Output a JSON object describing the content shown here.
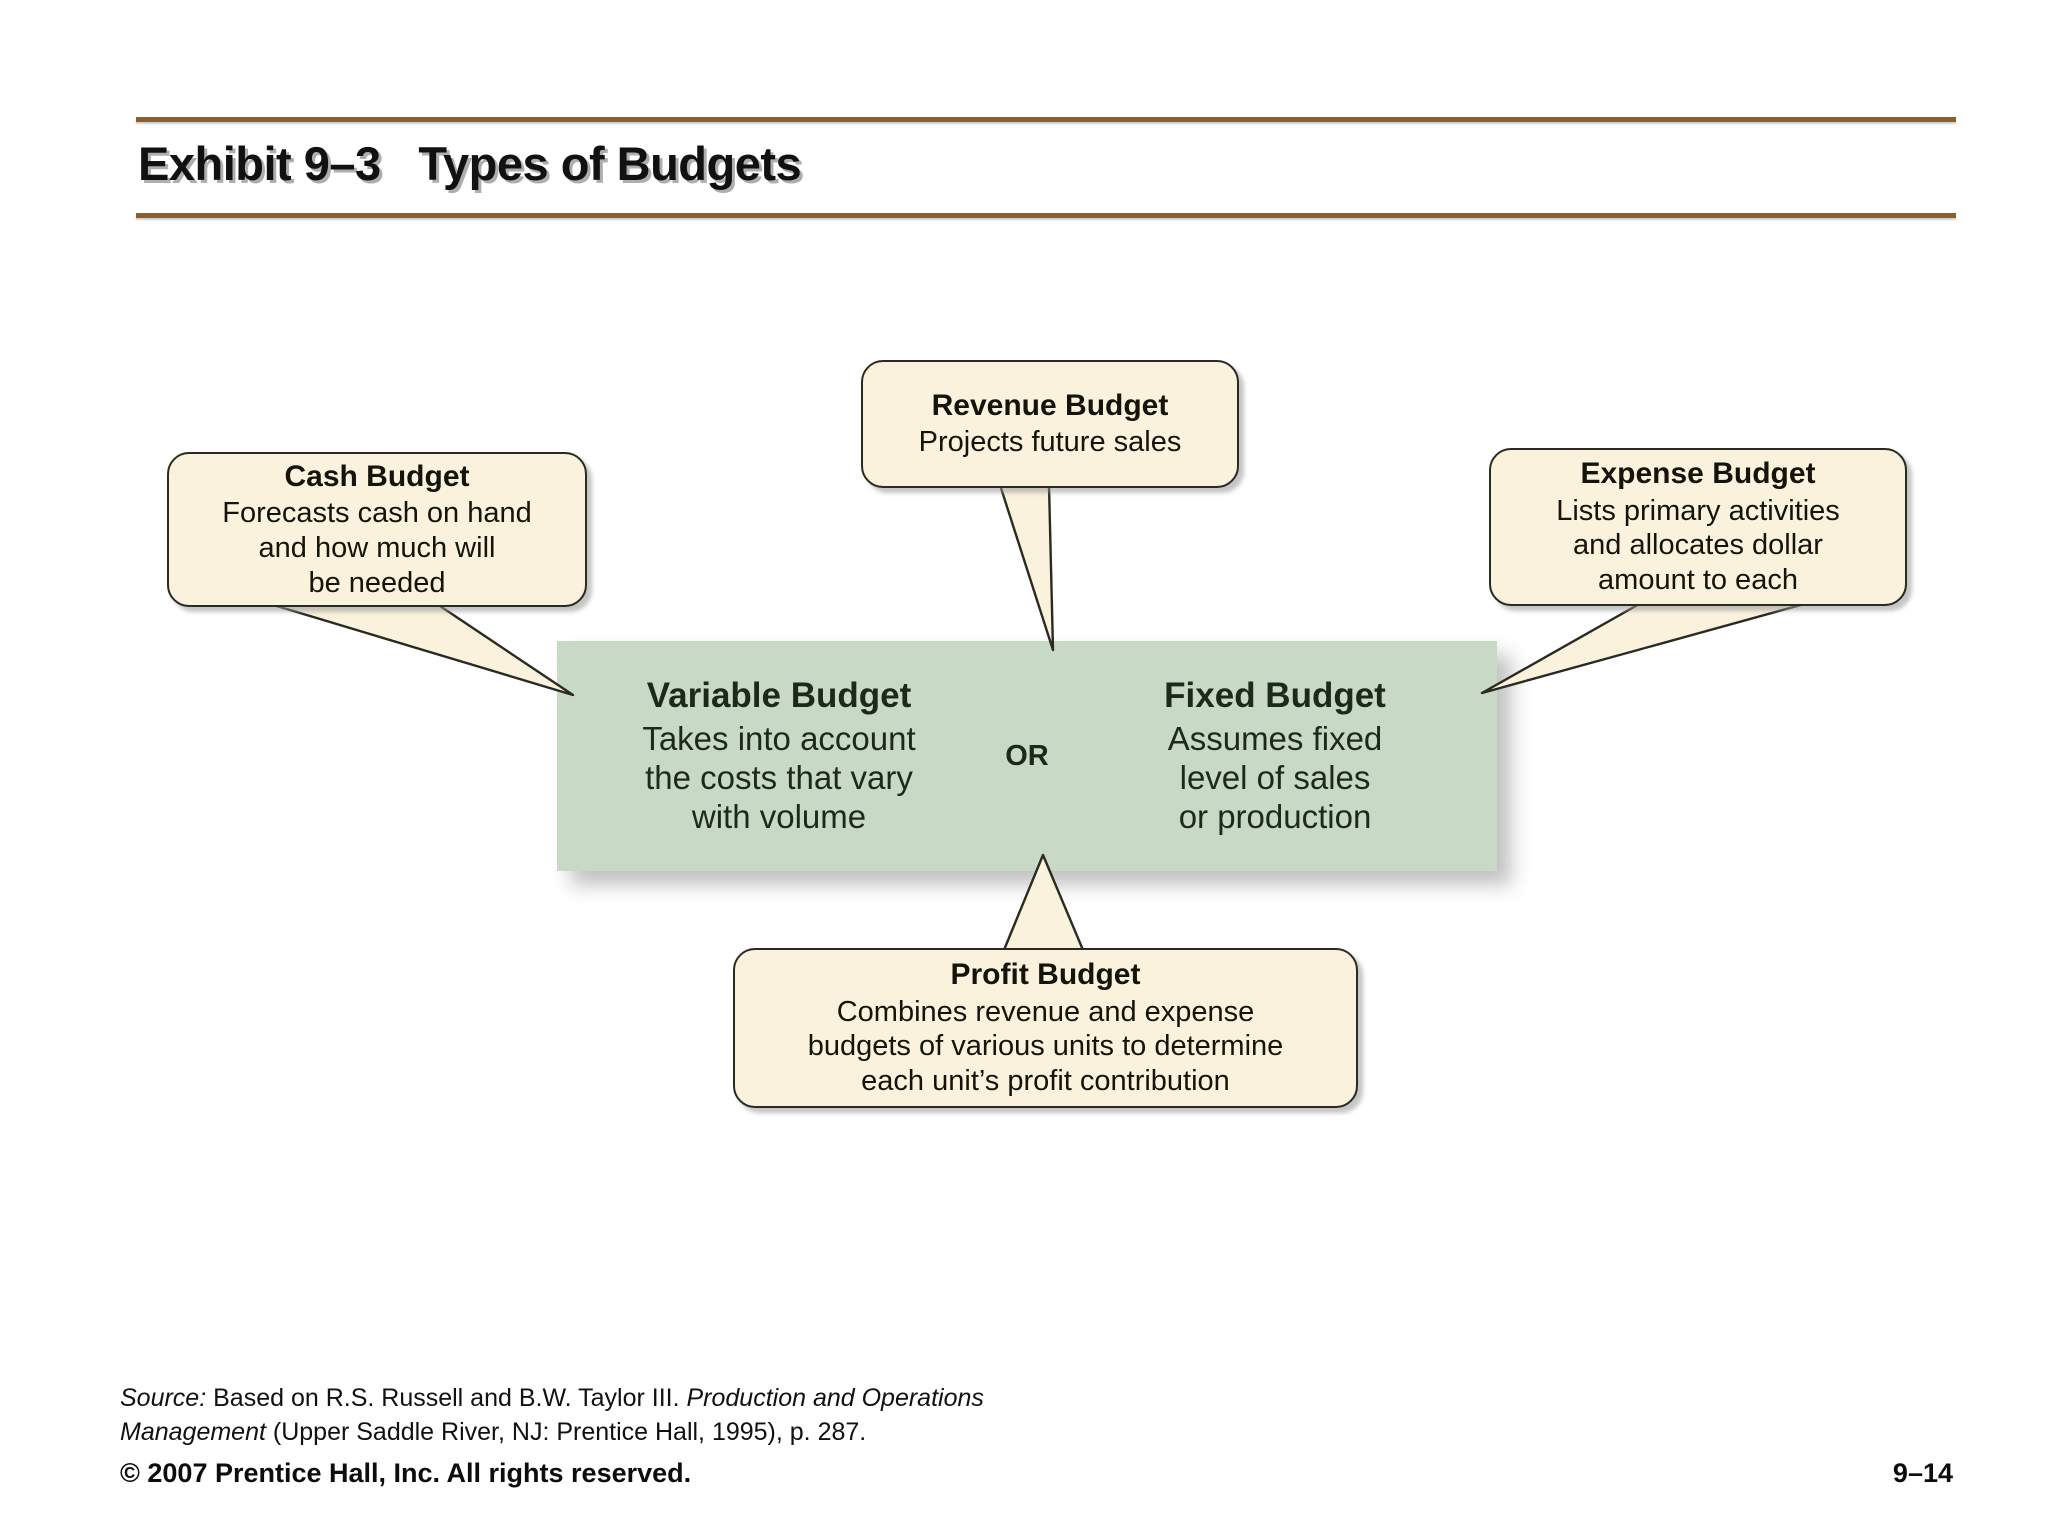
{
  "slide": {
    "title": "Exhibit 9–3   Types of Budgets",
    "accent_color": "#8c5f33",
    "callout_fill": "#faf2dc",
    "center_fill": "#c8d9c5"
  },
  "diagram": {
    "center": {
      "left": {
        "title": "Variable Budget",
        "body": "Takes into account\nthe costs that vary\nwith volume"
      },
      "connector": "OR",
      "right": {
        "title": "Fixed Budget",
        "body": "Assumes fixed\nlevel of sales\nor production"
      }
    },
    "callouts": [
      {
        "id": "cash",
        "title": "Cash Budget",
        "body": "Forecasts cash on hand\nand how much will\nbe needed"
      },
      {
        "id": "revenue",
        "title": "Revenue Budget",
        "body": "Projects future sales"
      },
      {
        "id": "expense",
        "title": "Expense Budget",
        "body": "Lists primary activities\nand allocates dollar\namount to each"
      },
      {
        "id": "profit",
        "title": "Profit Budget",
        "body": "Combines revenue and expense\nbudgets of various units to determine\neach unit’s profit contribution"
      }
    ]
  },
  "footer": {
    "source_label": "Source:",
    "source_text_1": " Based on R.S. Russell and B.W. Taylor III. ",
    "source_italic_1": "Production and Operations Management",
    "source_text_2": " (Upper Saddle River, NJ: Prentice Hall, 1995), p. 287.",
    "copyright": "© 2007 Prentice Hall, Inc. All rights reserved.",
    "page_number": "9–14"
  }
}
